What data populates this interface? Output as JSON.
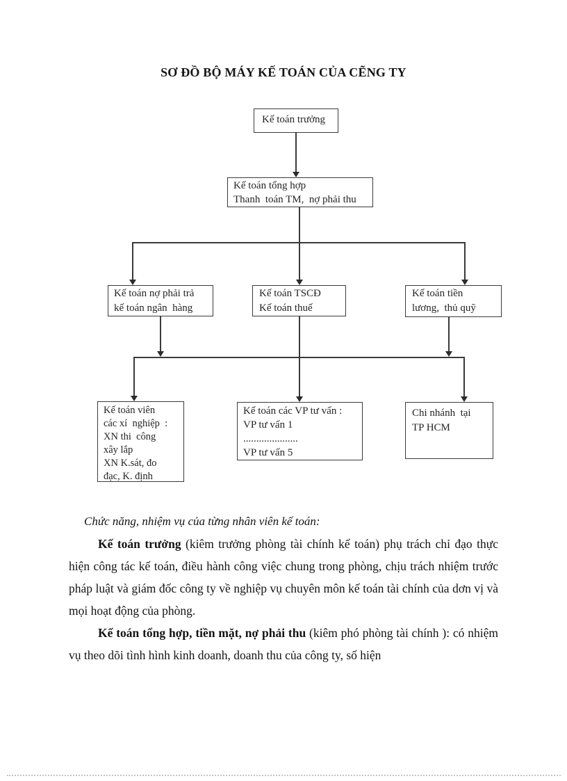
{
  "title": "SƠ ĐỒ BỘ MÁY KẾ TOÁN CỦA CẼNG TY",
  "colors": {
    "line": "#3a3a3a",
    "text": "#131313",
    "footer_dots": "#bcc4cc"
  },
  "diagram": {
    "boxes": {
      "chief": {
        "line1": "Kế toán trưởng"
      },
      "general": {
        "line1": "Kế toán tổng hợp",
        "line2": "Thanh  toán TM,  nợ phải thu"
      },
      "payable": {
        "line1": "Kế toán nợ phải trả",
        "line2": "kế toán ngân  hàng"
      },
      "assets": {
        "line1": "Kế toán TSCĐ",
        "line2": "Kế toán thuế"
      },
      "salary": {
        "line1": "Kế toán tiền",
        "line2": "lương,  thủ quỹ"
      },
      "enterprises": {
        "line1": "Kế toán viên",
        "line2": "các xí  nghiệp  :",
        "line3": "XN thi  công",
        "line4": "xây lắp",
        "line5": "XN K.sát, đo",
        "line6": "đạc, K. định"
      },
      "offices": {
        "line1": "Kế toán các VP tư vấn :",
        "line2": "VP tư vấn 1",
        "line3": ".....................",
        "line4": "VP tư vấn 5"
      },
      "branch": {
        "line1": "Chi nhánh  tại",
        "line2": "TP HCM"
      }
    }
  },
  "body": {
    "heading": "Chức năng, nhiệm vụ của từng nhân viên kế toán:",
    "para1_lead": "Kế toán trưởng",
    "para1_rest": " (kiêm trưởng phòng tài chính kế toán) phụ trách chỉ đạo thực hiện công tác kế toán, điều hành công việc chung trong phòng, chịu trách nhiệm trước pháp luật và giám đốc công ty về nghiệp vụ chuyên môn kế toán tài chính của dơn vị và mọi hoạt động của phòng.",
    "para2_lead": "Kế toán tổng hợp, tiền mặt, nợ phải thu",
    "para2_rest": " (kiêm phó phòng tài chính ): có nhiệm vụ theo dõi tình hình kinh doanh, doanh thu của công ty, số hiện"
  }
}
